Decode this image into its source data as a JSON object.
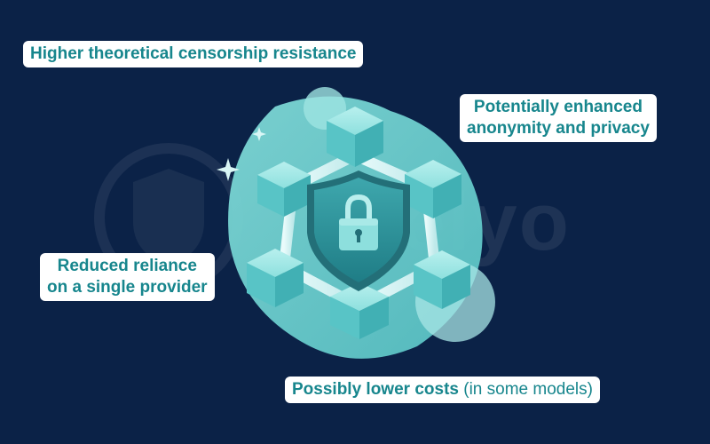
{
  "labels": {
    "top_left": "Higher theoretical censorship resistance",
    "top_right_line1": "Potentially enhanced",
    "top_right_line2": "anonymity and privacy",
    "mid_left_line1": "Reduced reliance",
    "mid_left_line2": "on a single provider",
    "bottom_main": "Possibly lower costs",
    "bottom_note": " (in some models)"
  },
  "watermark": "afelyo",
  "colors": {
    "background": "#0b2247",
    "label_text": "#17868d",
    "label_bg": "#ffffff",
    "node": "#6fd3d3",
    "node_dark": "#3aaeb1",
    "shield": "#2c8f97"
  }
}
